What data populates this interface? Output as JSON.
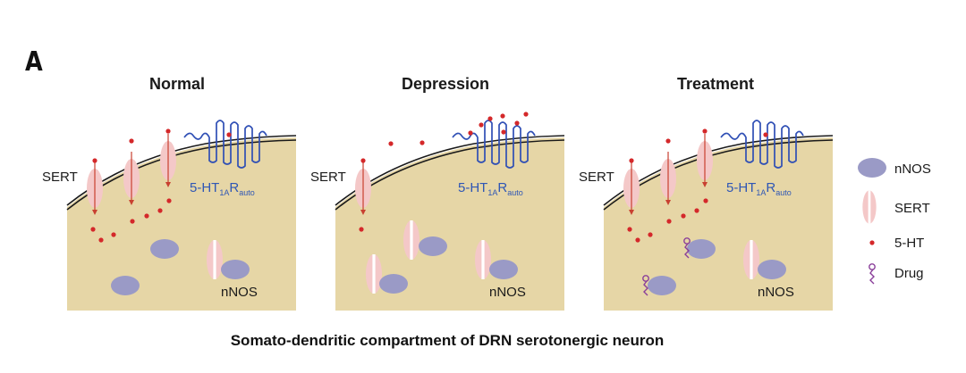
{
  "figure": {
    "panel_letter": "A",
    "caption": "Somato-dendritic compartment of DRN serotonergic neuron"
  },
  "panels": [
    {
      "title": "Normal",
      "sert_label": "SERT",
      "receptor": {
        "base": "5-HT",
        "sub": "1A",
        "r": "R",
        "auto": "auto"
      },
      "nnos_label": "nNOS"
    },
    {
      "title": "Depression",
      "sert_label": "SERT",
      "receptor": {
        "base": "5-HT",
        "sub": "1A",
        "r": "R",
        "auto": "auto"
      },
      "nnos_label": "nNOS"
    },
    {
      "title": "Treatment",
      "sert_label": "SERT",
      "receptor": {
        "base": "5-HT",
        "sub": "1A",
        "r": "R",
        "auto": "auto"
      },
      "nnos_label": "nNOS"
    }
  ],
  "legend": {
    "items": [
      {
        "label": "nNOS",
        "icon": "nnos-ellipse-icon"
      },
      {
        "label": "SERT",
        "icon": "sert-transporter-icon"
      },
      {
        "label": "5-HT",
        "icon": "serotonin-dot-icon"
      },
      {
        "label": "Drug",
        "icon": "drug-molecule-icon"
      }
    ]
  },
  "colors": {
    "cell_fill": "#e6d6a6",
    "membrane": "#1a1a1a",
    "receptor": "#2f4fb5",
    "receptor_text": "#2f57b5",
    "sert_fill": "#f4c8c8",
    "nnos_fill": "#9a9ac6",
    "serotonin": "#d4282a",
    "drug": "#8a3f9a"
  }
}
